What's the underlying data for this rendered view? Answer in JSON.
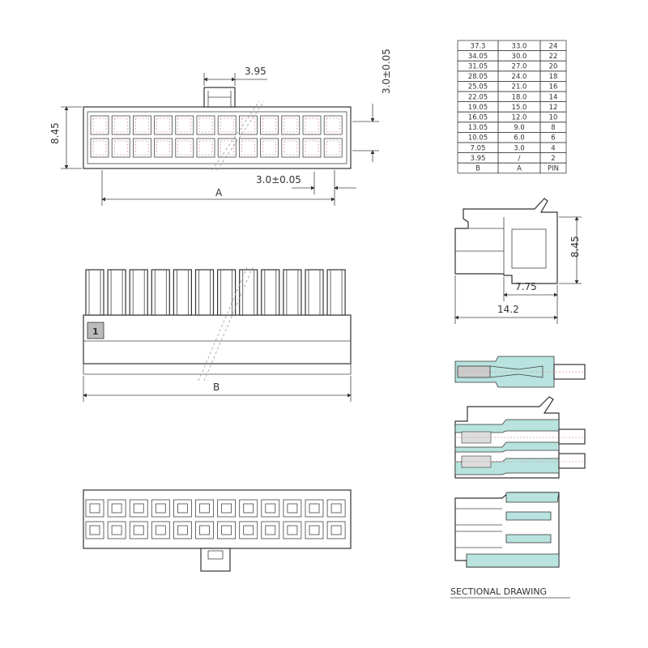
{
  "dimensions": {
    "pitch": "3.95",
    "height": "8.45",
    "latch_tolerance": "3.0±0.05",
    "row_tolerance": "3.0±0.05",
    "length_a": "A",
    "length_b": "B",
    "side_height": "8.45",
    "side_inner": "7.75",
    "side_length": "14.2"
  },
  "pin_marker": "1",
  "table": {
    "headers": [
      "B",
      "A",
      "PIN"
    ],
    "rows": [
      [
        "37.3",
        "33.0",
        "24"
      ],
      [
        "34.05",
        "30.0",
        "22"
      ],
      [
        "31.05",
        "27.0",
        "20"
      ],
      [
        "28.05",
        "24.0",
        "18"
      ],
      [
        "25.05",
        "21.0",
        "16"
      ],
      [
        "22.05",
        "18.0",
        "14"
      ],
      [
        "19.05",
        "15.0",
        "12"
      ],
      [
        "16.05",
        "12.0",
        "10"
      ],
      [
        "13.05",
        "9.0",
        "8"
      ],
      [
        "10.05",
        "6.0",
        "6"
      ],
      [
        "7.05",
        "3.0",
        "4"
      ],
      [
        "3.95",
        "/",
        "2"
      ]
    ]
  },
  "section_caption": "SECTIONAL DRAWING",
  "colors": {
    "line": "#333333",
    "section_fill": "#b8e3df",
    "cavity_dash": "#d9a0a0"
  }
}
